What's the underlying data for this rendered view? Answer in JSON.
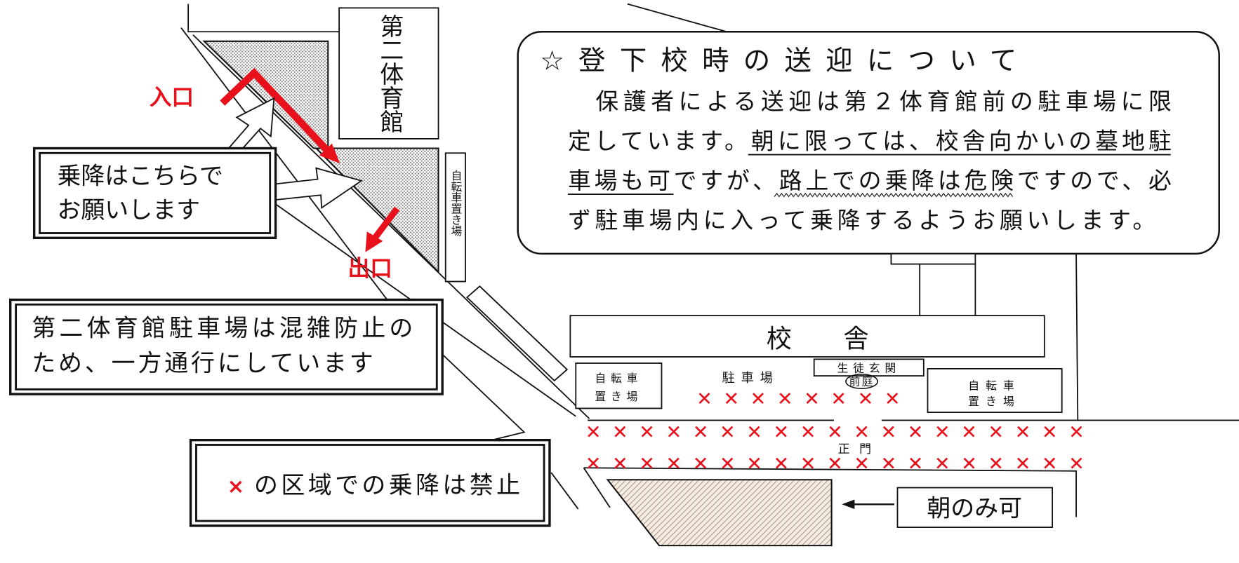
{
  "colors": {
    "accent_red": "#e8101a",
    "hatch": "#9a7a60",
    "dot_fill": "#c8c8c8"
  },
  "buildings": {
    "gym2": "第二体育館",
    "bike_parking_vertical": "自転車置き場",
    "school_building_1": "校",
    "school_building_2": "舎",
    "student_entrance": "生徒玄関",
    "bike_parking_left_1": "自転車",
    "bike_parking_left_2": "置き場",
    "bike_parking_right_1": "自転車",
    "bike_parking_right_2": "置き場",
    "parking_lot": "駐車場",
    "front_yard": "前庭",
    "main_gate": "正門"
  },
  "labels": {
    "entrance": "入口",
    "exit": "出口",
    "dropoff_line1": "乗降はこちらで",
    "dropoff_line2": "お願いします",
    "oneway_line1": "第二体育館駐車場は混雑防止の",
    "oneway_line2": "ため、一方通行にしています",
    "forbidden_mark": "×",
    "forbidden_text": "の区域での乗降は禁止",
    "morning_only": "朝のみ可"
  },
  "notice": {
    "title": "☆登下校時の送迎について",
    "lines": [
      "　保護者による送迎は第２体育館前の駐車場に限",
      "定しています。朝に限っては、校舎向かいの墓地駐",
      "車場も可ですが、路上での乗降は危険ですので、必",
      "ず駐車場内に入って乗降するようお願いします。"
    ]
  },
  "no_stopping_rows": [
    8,
    19,
    19
  ]
}
